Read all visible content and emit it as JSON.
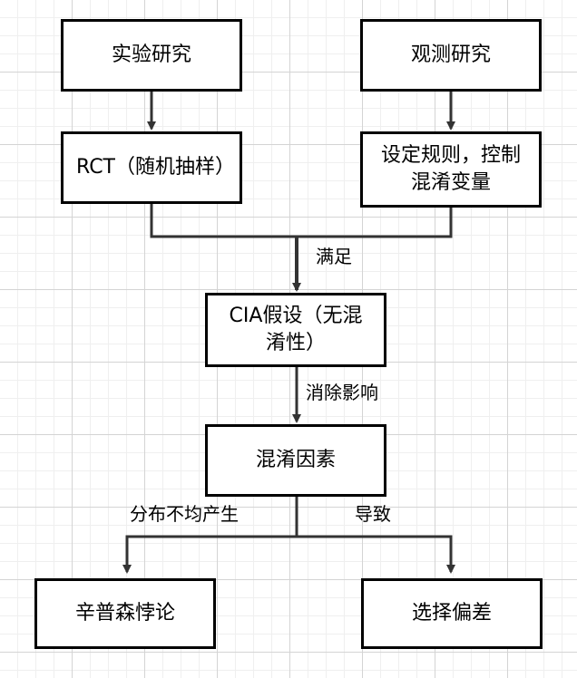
{
  "nodes": {
    "experiment": "实验研究",
    "observation": "观测研究",
    "rct": "RCT（随机抽样）",
    "rules": "设定规则，控制混淆变量",
    "cia": "CIA假设（无混淆性）",
    "confounder": "混淆因素",
    "simpson": "辛普森悖论",
    "selection_bias": "选择偏差"
  },
  "edges": {
    "satisfy": "满足",
    "eliminate": "消除影响",
    "uneven": "分布不均产生",
    "cause": "导致"
  }
}
